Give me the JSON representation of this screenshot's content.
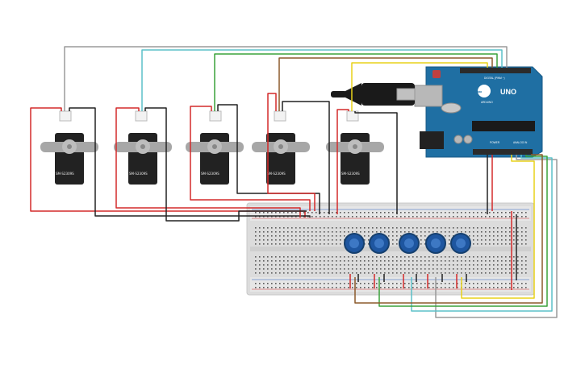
{
  "servos": [
    {
      "label": "SM-S2309S"
    },
    {
      "label": "SM-S2309S"
    },
    {
      "label": "SM-S2309S"
    },
    {
      "label": "SM-S2309S"
    },
    {
      "label": "SM-S2309S"
    }
  ],
  "arduino": {
    "model": "UNO",
    "brand": "ARDUINO",
    "digital_label": "DIGITAL (PWM ~)",
    "power_label": "POWER",
    "analog_label": "ANALOG IN",
    "brand_color": "#1f6fa3"
  },
  "potentiometers": {
    "count": 5,
    "knob_color": "#1e56a0"
  },
  "wire_colors": {
    "gray": "#9a9a9a",
    "cyan": "#5bc0c8",
    "green": "#3aa23a",
    "brown": "#8b5a2b",
    "yellow": "#e8d21a",
    "red": "#d42a2a",
    "black": "#222222"
  }
}
